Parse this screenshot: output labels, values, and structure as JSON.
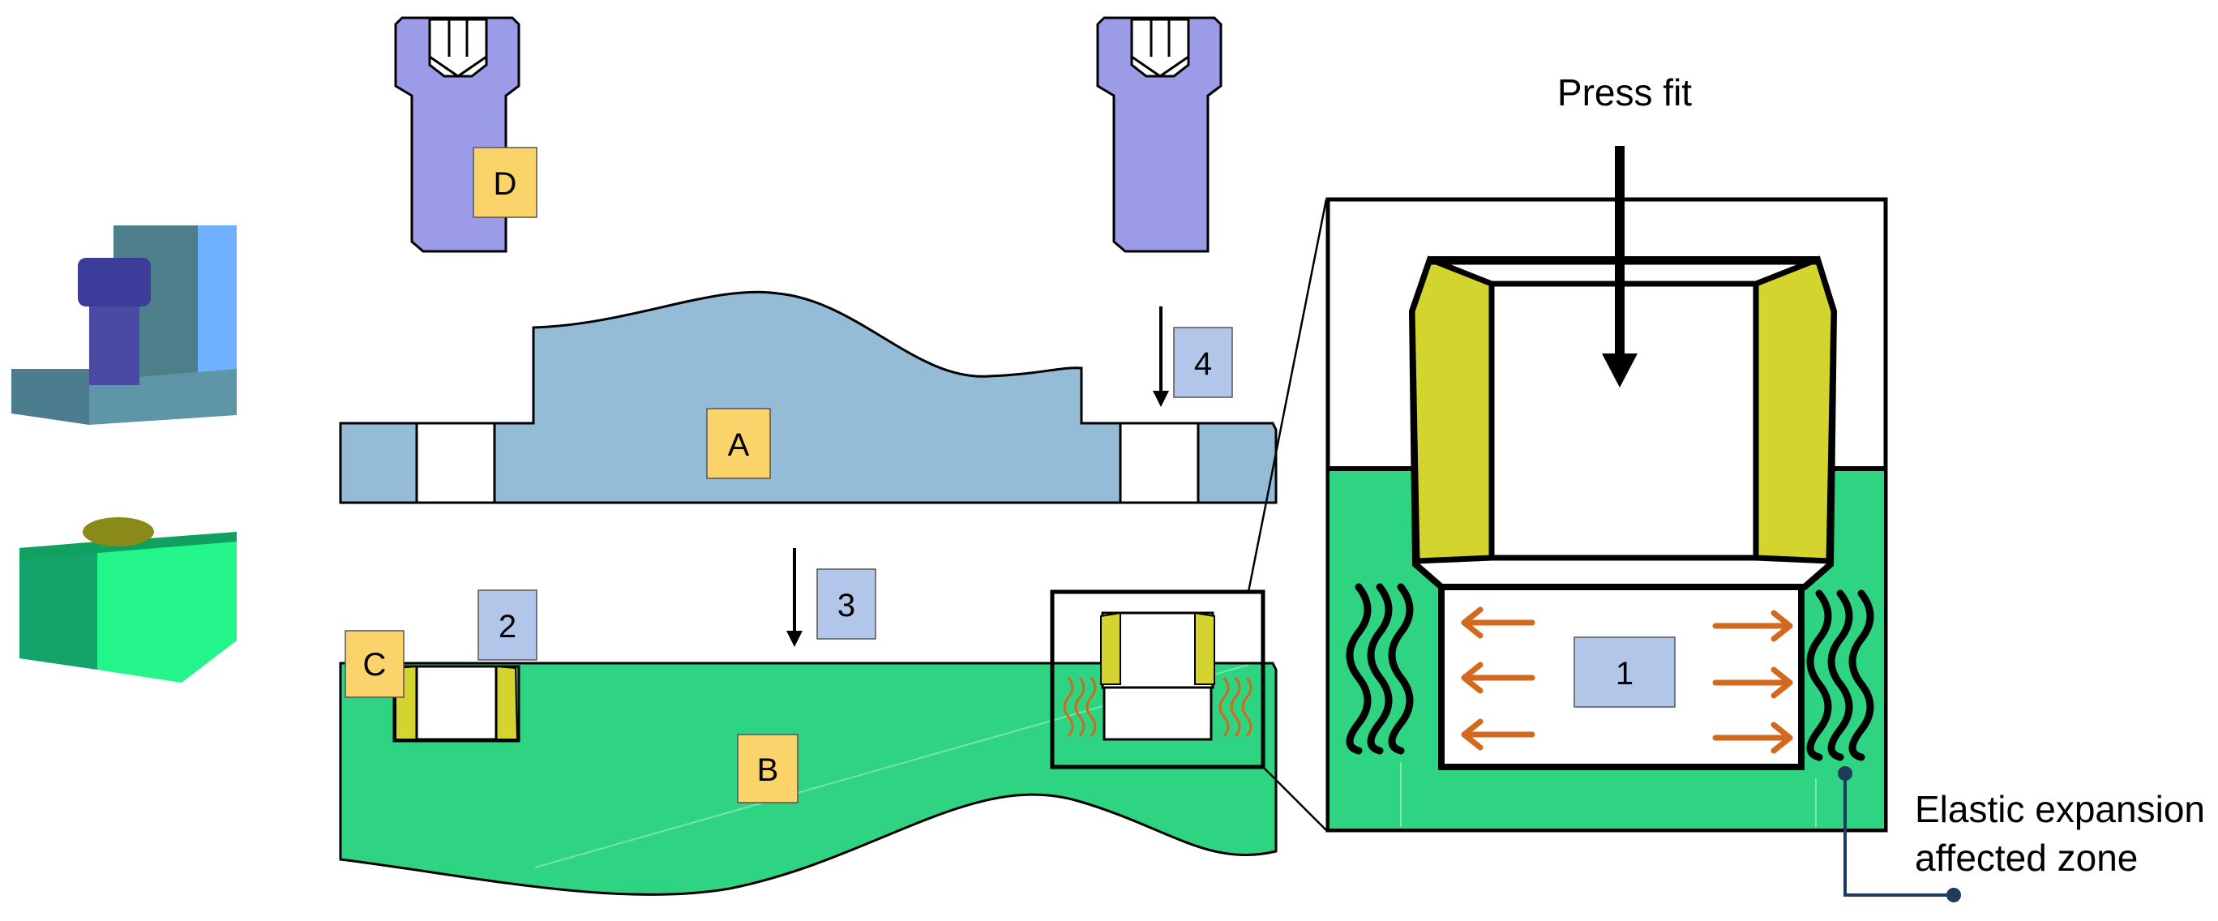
{
  "labels": {
    "D": "D",
    "A": "A",
    "B": "B",
    "C": "C",
    "step_1": "1",
    "step_2": "2",
    "step_3": "3",
    "step_4": "4"
  },
  "annotations": {
    "press_fit": "Press fit",
    "elastic_line1": "Elastic expansion",
    "elastic_line2": "affected zone"
  },
  "colors": {
    "plate_a": "#95bcd6",
    "block_b": "#2fd483",
    "bolt": "#9b9be8",
    "insert": "#d4d42f",
    "label_yellow": "#fad46a",
    "label_blue": "#b1c6e9",
    "arrow_orange": "#d2691e",
    "leader": "#1f3a5a"
  }
}
